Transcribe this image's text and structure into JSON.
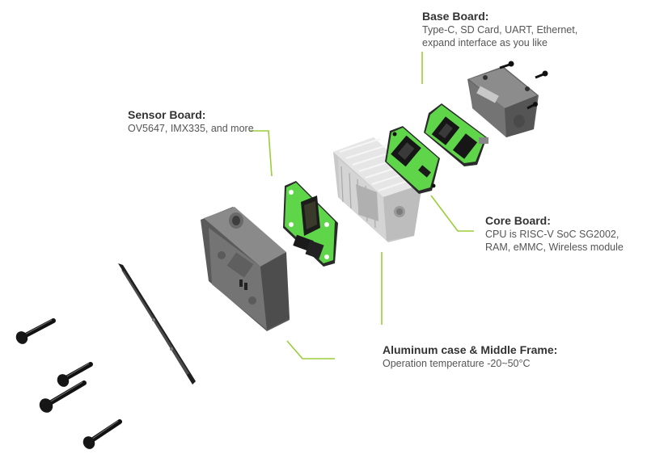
{
  "callouts": {
    "base_board": {
      "title": "Base Board:",
      "lines": [
        "Type-C, SD Card, UART, Ethernet,",
        "expand interface as you like"
      ]
    },
    "sensor_board": {
      "title": "Sensor Board:",
      "lines": [
        "OV5647, IMX335, and more"
      ]
    },
    "core_board": {
      "title": "Core Board:",
      "lines": [
        "CPU is RISC-V SoC SG2002,",
        "RAM, eMMC, Wireless module"
      ]
    },
    "aluminum_case": {
      "title": "Aluminum case & Middle Frame:",
      "lines": [
        "Operation temperature -20~50°C"
      ]
    }
  },
  "colors": {
    "leader_line": "#9acd3a",
    "pcb_green": "#5fd64a",
    "case_gray": "#6f6f6f",
    "heatsink_gray": "#d9d9d9"
  }
}
